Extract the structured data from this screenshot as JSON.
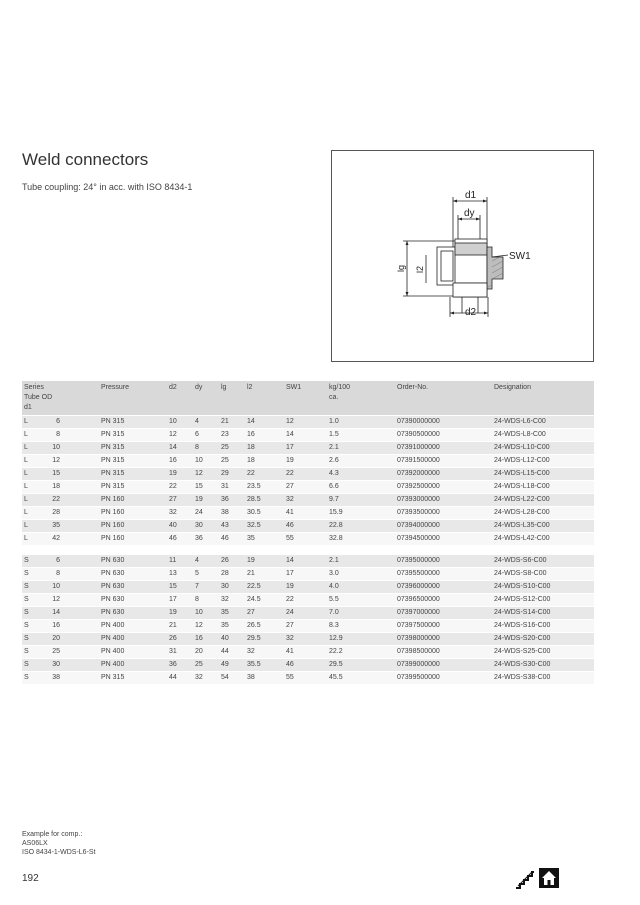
{
  "title": "Weld connectors",
  "subtitle": "Tube coupling: 24° in acc. with ISO 8434-1",
  "drawing": {
    "d1": "d1",
    "dy": "dy",
    "sw1": "SW1",
    "lg": "lg",
    "l2": "l2",
    "d2": "d2"
  },
  "table": {
    "headers": {
      "series": "Series",
      "tube_od_1": "Tube OD",
      "tube_od_2": "d1",
      "pressure": "Pressure",
      "d2": "d2",
      "dy": "dy",
      "lg": "lg",
      "l2": "l2",
      "sw1": "SW1",
      "kg_1": "kg/100",
      "kg_2": "ca.",
      "order": "Order-No.",
      "designation": "Designation"
    },
    "rows": [
      {
        "series": "L",
        "od": "6",
        "pressure": "PN 315",
        "d2": "10",
        "dy": "4",
        "lg": "21",
        "l2": "14",
        "sw1": "12",
        "kg": "1.0",
        "order": "07390000000",
        "designation": "24-WDS-L6-C00"
      },
      {
        "series": "L",
        "od": "8",
        "pressure": "PN 315",
        "d2": "12",
        "dy": "6",
        "lg": "23",
        "l2": "16",
        "sw1": "14",
        "kg": "1.5",
        "order": "07390500000",
        "designation": "24-WDS-L8-C00"
      },
      {
        "series": "L",
        "od": "10",
        "pressure": "PN 315",
        "d2": "14",
        "dy": "8",
        "lg": "25",
        "l2": "18",
        "sw1": "17",
        "kg": "2.1",
        "order": "07391000000",
        "designation": "24-WDS-L10-C00"
      },
      {
        "series": "L",
        "od": "12",
        "pressure": "PN 315",
        "d2": "16",
        "dy": "10",
        "lg": "25",
        "l2": "18",
        "sw1": "19",
        "kg": "2.6",
        "order": "07391500000",
        "designation": "24-WDS-L12-C00"
      },
      {
        "series": "L",
        "od": "15",
        "pressure": "PN 315",
        "d2": "19",
        "dy": "12",
        "lg": "29",
        "l2": "22",
        "sw1": "22",
        "kg": "4.3",
        "order": "07392000000",
        "designation": "24-WDS-L15-C00"
      },
      {
        "series": "L",
        "od": "18",
        "pressure": "PN 315",
        "d2": "22",
        "dy": "15",
        "lg": "31",
        "l2": "23.5",
        "sw1": "27",
        "kg": "6.6",
        "order": "07392500000",
        "designation": "24-WDS-L18-C00"
      },
      {
        "series": "L",
        "od": "22",
        "pressure": "PN 160",
        "d2": "27",
        "dy": "19",
        "lg": "36",
        "l2": "28.5",
        "sw1": "32",
        "kg": "9.7",
        "order": "07393000000",
        "designation": "24-WDS-L22-C00"
      },
      {
        "series": "L",
        "od": "28",
        "pressure": "PN 160",
        "d2": "32",
        "dy": "24",
        "lg": "38",
        "l2": "30.5",
        "sw1": "41",
        "kg": "15.9",
        "order": "07393500000",
        "designation": "24-WDS-L28-C00"
      },
      {
        "series": "L",
        "od": "35",
        "pressure": "PN 160",
        "d2": "40",
        "dy": "30",
        "lg": "43",
        "l2": "32.5",
        "sw1": "46",
        "kg": "22.8",
        "order": "07394000000",
        "designation": "24-WDS-L35-C00"
      },
      {
        "series": "L",
        "od": "42",
        "pressure": "PN 160",
        "d2": "46",
        "dy": "36",
        "lg": "46",
        "l2": "35",
        "sw1": "55",
        "kg": "32.8",
        "order": "07394500000",
        "designation": "24-WDS-L42-C00"
      },
      {
        "series": "S",
        "od": "6",
        "pressure": "PN 630",
        "d2": "11",
        "dy": "4",
        "lg": "26",
        "l2": "19",
        "sw1": "14",
        "kg": "2.1",
        "order": "07395000000",
        "designation": "24-WDS-S6-C00"
      },
      {
        "series": "S",
        "od": "8",
        "pressure": "PN 630",
        "d2": "13",
        "dy": "5",
        "lg": "28",
        "l2": "21",
        "sw1": "17",
        "kg": "3.0",
        "order": "07395500000",
        "designation": "24-WDS-S8-C00"
      },
      {
        "series": "S",
        "od": "10",
        "pressure": "PN 630",
        "d2": "15",
        "dy": "7",
        "lg": "30",
        "l2": "22.5",
        "sw1": "19",
        "kg": "4.0",
        "order": "07396000000",
        "designation": "24-WDS-S10-C00"
      },
      {
        "series": "S",
        "od": "12",
        "pressure": "PN 630",
        "d2": "17",
        "dy": "8",
        "lg": "32",
        "l2": "24.5",
        "sw1": "22",
        "kg": "5.5",
        "order": "07396500000",
        "designation": "24-WDS-S12-C00"
      },
      {
        "series": "S",
        "od": "14",
        "pressure": "PN 630",
        "d2": "19",
        "dy": "10",
        "lg": "35",
        "l2": "27",
        "sw1": "24",
        "kg": "7.0",
        "order": "07397000000",
        "designation": "24-WDS-S14-C00"
      },
      {
        "series": "S",
        "od": "16",
        "pressure": "PN 400",
        "d2": "21",
        "dy": "12",
        "lg": "35",
        "l2": "26.5",
        "sw1": "27",
        "kg": "8.3",
        "order": "07397500000",
        "designation": "24-WDS-S16-C00"
      },
      {
        "series": "S",
        "od": "20",
        "pressure": "PN 400",
        "d2": "26",
        "dy": "16",
        "lg": "40",
        "l2": "29.5",
        "sw1": "32",
        "kg": "12.9",
        "order": "07398000000",
        "designation": "24-WDS-S20-C00"
      },
      {
        "series": "S",
        "od": "25",
        "pressure": "PN 400",
        "d2": "31",
        "dy": "20",
        "lg": "44",
        "l2": "32",
        "sw1": "41",
        "kg": "22.2",
        "order": "07398500000",
        "designation": "24-WDS-S25-C00"
      },
      {
        "series": "S",
        "od": "30",
        "pressure": "PN 400",
        "d2": "36",
        "dy": "25",
        "lg": "49",
        "l2": "35.5",
        "sw1": "46",
        "kg": "29.5",
        "order": "07399000000",
        "designation": "24-WDS-S30-C00"
      },
      {
        "series": "S",
        "od": "38",
        "pressure": "PN 315",
        "d2": "44",
        "dy": "32",
        "lg": "54",
        "l2": "38",
        "sw1": "55",
        "kg": "45.5",
        "order": "07399500000",
        "designation": "24-WDS-S38-C00"
      }
    ]
  },
  "footnote": {
    "line1": "Example for comp.:",
    "line2": "AS06LX",
    "line3": "ISO 8434-1-WDS-L6-St"
  },
  "page_number": "192",
  "nav": {
    "stairs_icon": "stairs-icon",
    "home_icon": "home-icon"
  }
}
